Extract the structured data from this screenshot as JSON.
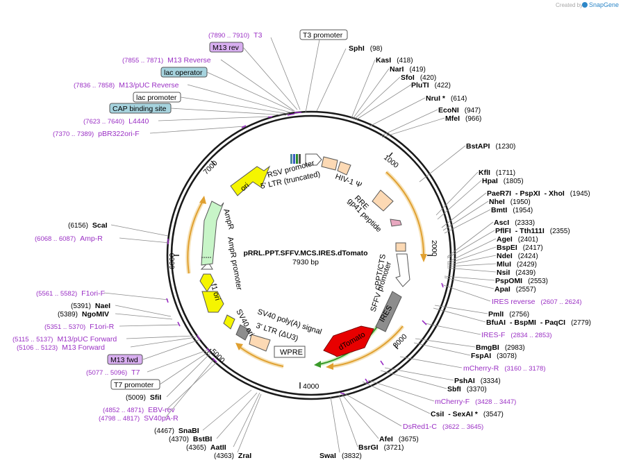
{
  "credit": {
    "prefix": "Created by",
    "brand": "SnapGene"
  },
  "center": {
    "name": "pRRL.PPT.SFFV.MCS.IRES.dTomato",
    "length": "7930 bp"
  },
  "ticks": [
    "1000",
    "2000",
    "3000",
    "4000",
    "5000",
    "6000",
    "7000"
  ],
  "features_inner": [
    {
      "label": "RSV promoter"
    },
    {
      "label": "5' LTR (truncated)"
    },
    {
      "label": "HIV-1 Ψ"
    },
    {
      "label": "RRE"
    },
    {
      "label": "gp41 peptide"
    },
    {
      "label": "cPPT/CTS"
    },
    {
      "label": "SFFV promoter"
    },
    {
      "label": "IRES"
    },
    {
      "label": "dTomato"
    },
    {
      "label": "WPRE"
    },
    {
      "label": "3' LTR (ΔU3)"
    },
    {
      "label": "SV40 poly(A) signal"
    },
    {
      "label": "SV40 ori"
    },
    {
      "label": "AmpR promoter"
    },
    {
      "label": "AmpR"
    },
    {
      "label": "f1 ori"
    },
    {
      "label": "ori"
    }
  ],
  "boxed_labels": [
    {
      "label": "T3 promoter",
      "style": "white"
    },
    {
      "label": "M13 rev",
      "style": "violet"
    },
    {
      "label": "lac operator",
      "style": "teal"
    },
    {
      "label": "lac promoter",
      "style": "white"
    },
    {
      "label": "CAP binding site",
      "style": "teal"
    },
    {
      "label": "M13 fwd",
      "style": "violet"
    },
    {
      "label": "T7 promoter",
      "style": "white"
    }
  ],
  "primers": [
    {
      "range": "(7890 .. 7910)",
      "name": "T3"
    },
    {
      "range": "(7855 .. 7871)",
      "name": "M13 Reverse"
    },
    {
      "range": "(7836 .. 7858)",
      "name": "M13/pUC Reverse"
    },
    {
      "range": "(7623 .. 7640)",
      "name": "L4440"
    },
    {
      "range": "(7370 .. 7389)",
      "name": "pBR322ori-F"
    },
    {
      "range": "(6068 .. 6087)",
      "name": "Amp-R"
    },
    {
      "range": "(5561 .. 5582)",
      "name": "F1ori-F"
    },
    {
      "range": "(5351 .. 5370)",
      "name": "F1ori-R"
    },
    {
      "range": "(5115 .. 5137)",
      "name": "M13/pUC Forward"
    },
    {
      "range": "(5106 .. 5123)",
      "name": "M13 Forward"
    },
    {
      "range": "(5077 .. 5096)",
      "name": "T7"
    },
    {
      "range": "(4852 .. 4871)",
      "name": "EBV-rev"
    },
    {
      "range": "(4798 .. 4817)",
      "name": "SV40pA-R"
    },
    {
      "name": "IRES reverse",
      "range": "(2607 .. 2624)"
    },
    {
      "name": "IRES-F",
      "range": "(2834 .. 2853)"
    },
    {
      "name": "mCherry-R",
      "range": "(3160 .. 3178)"
    },
    {
      "name": "mCherry-F",
      "range": "(3428 .. 3447)"
    },
    {
      "name": "DsRed1-C",
      "range": "(3622 .. 3645)"
    }
  ],
  "enzymes_right": [
    {
      "name": "SphI",
      "pos": "(98)"
    },
    {
      "name": "KasI",
      "pos": "(418)"
    },
    {
      "name": "NarI",
      "pos": "(419)"
    },
    {
      "name": "SfoI",
      "pos": "(420)"
    },
    {
      "name": "PluTI",
      "pos": "(422)"
    },
    {
      "name": "NruI *",
      "pos": "(614)"
    },
    {
      "name": "EcoNI",
      "pos": "(947)"
    },
    {
      "name": "MfeI",
      "pos": "(966)"
    },
    {
      "name": "BstAPI",
      "pos": "(1230)"
    },
    {
      "name": "KflI",
      "pos": "(1711)"
    },
    {
      "name": "HpaI",
      "pos": "(1805)"
    },
    {
      "name": "PaeR7I",
      "pos": ""
    },
    {
      "name": "- PspXI",
      "pos": ""
    },
    {
      "name": "- XhoI",
      "pos": "(1945)"
    },
    {
      "name": "NheI",
      "pos": "(1950)"
    },
    {
      "name": "BmtI",
      "pos": "(1954)"
    },
    {
      "name": "AscI",
      "pos": "(2333)"
    },
    {
      "name": "PflFI",
      "pos": ""
    },
    {
      "name": "- Tth111I",
      "pos": "(2355)"
    },
    {
      "name": "AgeI",
      "pos": "(2401)"
    },
    {
      "name": "BspEI",
      "pos": "(2417)"
    },
    {
      "name": "NdeI",
      "pos": "(2424)"
    },
    {
      "name": "MluI",
      "pos": "(2429)"
    },
    {
      "name": "NsiI",
      "pos": "(2439)"
    },
    {
      "name": "PspOMI",
      "pos": "(2553)"
    },
    {
      "name": "ApaI",
      "pos": "(2557)"
    },
    {
      "name": "PmlI",
      "pos": "(2756)"
    },
    {
      "name": "BfuAI",
      "pos": ""
    },
    {
      "name": "- BspMI",
      "pos": ""
    },
    {
      "name": "- PaqCI",
      "pos": "(2779)"
    },
    {
      "name": "BmgBI",
      "pos": "(2983)"
    },
    {
      "name": "FspAI",
      "pos": "(3078)"
    },
    {
      "name": "PshAI",
      "pos": "(3334)"
    },
    {
      "name": "SbfI",
      "pos": "(3370)"
    },
    {
      "name": "CsiI",
      "pos": ""
    },
    {
      "name": "- SexAI *",
      "pos": "(3547)"
    },
    {
      "name": "AfeI",
      "pos": "(3675)"
    },
    {
      "name": "BsrGI",
      "pos": "(3721)"
    },
    {
      "name": "SwaI",
      "pos": "(3832)"
    }
  ],
  "enzymes_left": [
    {
      "pos": "(6156)",
      "name": "ScaI"
    },
    {
      "pos": "(5391)",
      "name": "NaeI"
    },
    {
      "pos": "(5389)",
      "name": "NgoMIV"
    },
    {
      "pos": "(5009)",
      "name": "SfiI"
    },
    {
      "pos": "(4467)",
      "name": "SnaBI"
    },
    {
      "pos": "(4370)",
      "name": "BstBI"
    },
    {
      "pos": "(4365)",
      "name": "AatII"
    },
    {
      "pos": "(4363)",
      "name": "ZraI"
    }
  ],
  "colors": {
    "backbone": "#1a1a1a",
    "primer": "#9a2fc4",
    "ori": "#f5f500",
    "ampr": "#c8f5c8",
    "dtomato": "#e80000",
    "ires": "#8d8d8d",
    "ltr": "#fcd9b4",
    "teal_box": "#a6d3de",
    "violet_box": "#d8aef0",
    "orf_arrow": "#e0a030",
    "snapgene": "#2d87c8"
  }
}
